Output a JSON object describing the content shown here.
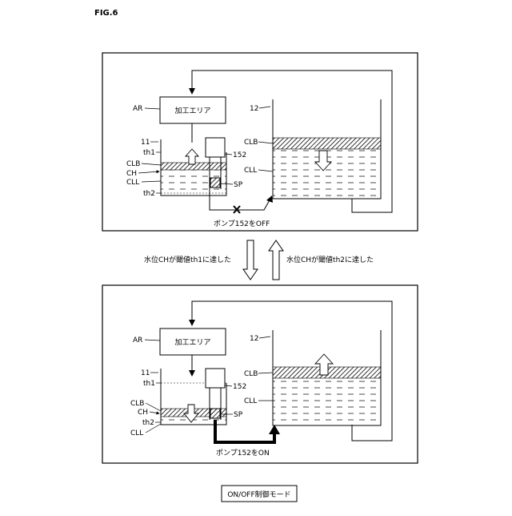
{
  "figure_label": "FIG.6",
  "panels": [
    {
      "area_label": "加工エリア",
      "ref_ar": "AR",
      "ref_11": "11",
      "ref_th1": "th1",
      "ref_clb_left": "CLB",
      "ref_ch": "CH",
      "ref_cll_left": "CLL",
      "ref_th2": "th2",
      "ref_152": "152",
      "ref_sp": "SP",
      "ref_12": "12",
      "ref_clb_right": "CLB",
      "ref_cll_right": "CLL",
      "pump_state": "ポンプ152をOFF"
    },
    {
      "area_label": "加工エリア",
      "ref_ar": "AR",
      "ref_11": "11",
      "ref_th1": "th1",
      "ref_clb_left": "CLB",
      "ref_ch": "CH",
      "ref_th2": "th2",
      "ref_cll_left": "CLL",
      "ref_152": "152",
      "ref_sp": "SP",
      "ref_12": "12",
      "ref_clb_right": "CLB",
      "ref_cll_right": "CLL",
      "pump_state": "ポンプ152をON"
    }
  ],
  "transition_down": "水位CHが閾値th1に達した",
  "transition_up": "水位CHが閾値th2に達した",
  "mode_label": "ON/OFF制御モード"
}
